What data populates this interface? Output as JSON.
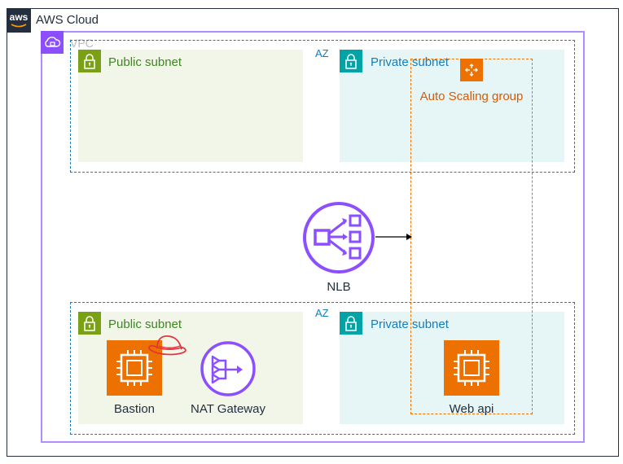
{
  "cloud": {
    "label": "AWS Cloud",
    "logo_text": "aws",
    "icon": "aws-logo-icon",
    "color": "#232f3e"
  },
  "vpc": {
    "label": "VPC",
    "icon": "vpc-icon",
    "color": "#8c4fff"
  },
  "az_top": {
    "label": "AZ",
    "public_subnet": {
      "label": "Public subnet",
      "icon": "lock-icon"
    },
    "private_subnet": {
      "label": "Private subnet",
      "icon": "lock-icon"
    }
  },
  "asg": {
    "label": "Auto Scaling group",
    "icon": "auto-scaling-icon",
    "color": "#ed7100"
  },
  "nlb": {
    "label": "NLB",
    "icon": "network-load-balancer-icon",
    "color": "#8c4fff"
  },
  "az_bottom": {
    "label": "AZ",
    "public_subnet": {
      "label": "Public subnet",
      "icon": "lock-icon"
    },
    "private_subnet": {
      "label": "Private subnet",
      "icon": "lock-icon"
    }
  },
  "bastion": {
    "label": "Bastion",
    "icon": "ec2-instance-icon",
    "badge_icon": "red-hat-icon"
  },
  "nat": {
    "label": "NAT Gateway",
    "icon": "nat-gateway-icon"
  },
  "webapi": {
    "label": "Web api",
    "icon": "ec2-instance-icon"
  },
  "colors": {
    "public_fill": "#f2f6e8",
    "public_accent": "#7aa116",
    "public_text": "#3f8624",
    "private_fill": "#e6f6f7",
    "private_accent": "#00a4a6",
    "private_text": "#147eba",
    "az_border": "#147eba",
    "ec2": "#ed7100"
  }
}
